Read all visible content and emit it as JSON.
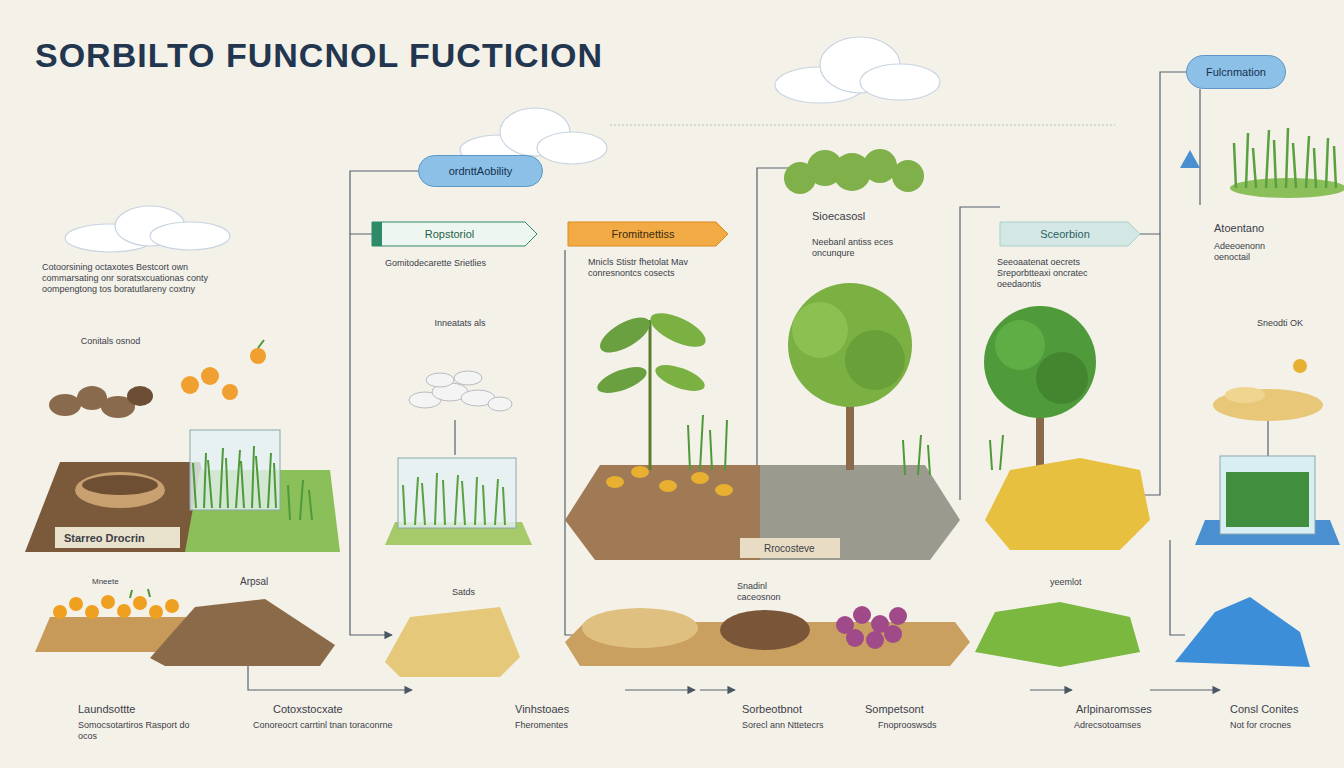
{
  "diagram": {
    "title": "SORBILTO FUNCNOL FUCTICION",
    "nodes": [
      {
        "text": [
          "ordnttAobility"
        ]
      },
      {
        "text": [
          "Fulcnmation"
        ]
      },
      {
        "text": [
          "Ropstoriol"
        ]
      },
      {
        "text": [
          "Fromitnettiss"
        ]
      },
      {
        "text": [
          "Sceorbion"
        ]
      }
    ],
    "edges": [
      {
        "from": 0,
        "to": 2,
        "arrow": "none"
      },
      {
        "from": 1,
        "to": 4,
        "arrow": "none"
      }
    ],
    "labels": [
      "Cotoorsining octaxotes Bestcort own commarsating onr soratsxcuationas conty oompengtong tos boratutlareny coxtny",
      "Gomitodecarette Srietlies",
      "Inneatats als",
      "Mnicls Stistr fhetolat Mav conresnontcs cosects",
      "Sioecasosl",
      "Neebanl antiss eces oncunqure",
      "Seeoaatenat oecrets Sreporbtteaxi oncratec oeedaontis",
      "Atoentano",
      "Adeeoenonn oenoctail",
      "Conitals osnod",
      "Sneodti OK",
      "Starreo Drocrin",
      "Rrocosteve",
      "Arpsal",
      "Mneete",
      "Satds",
      "Snadinl caceosnon",
      "yeemlot",
      "Laundsottte",
      "Somocsotartiros Rasport do ocos",
      "Cotoxstocxate",
      "Conoreocrt carrtinl tnan toraconrne",
      "Vinhstoaes",
      "Fheromentes",
      "Sorbeotbnot",
      "Sorecl ann Nttetecrs",
      "Sompetsont",
      "Fnoprooswsds",
      "Arlpinaromsses",
      "Adrecsotoamses",
      "Consl Conites",
      "Not for crocnes"
    ]
  }
}
